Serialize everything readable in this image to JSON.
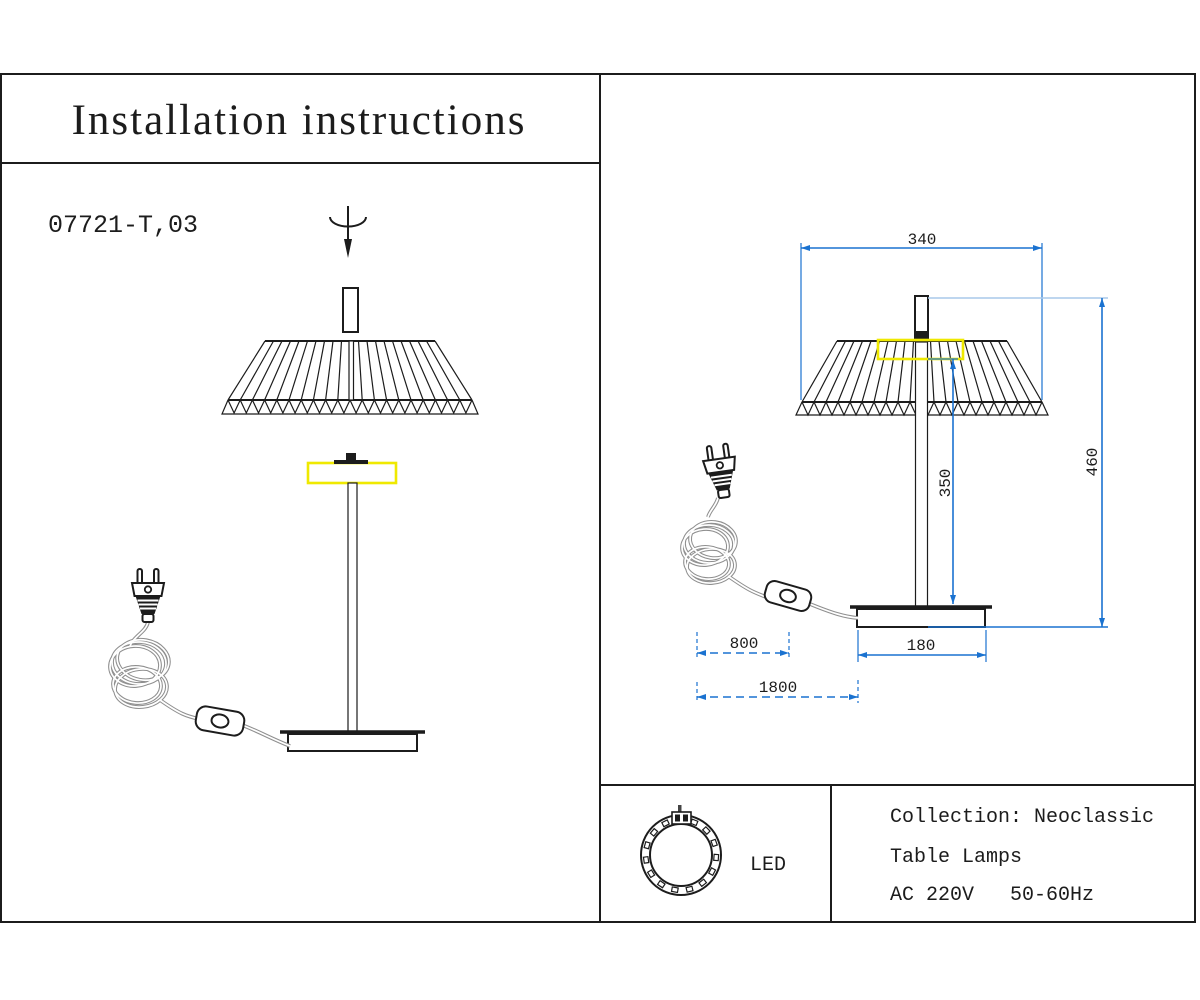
{
  "document": {
    "title": "Installation instructions",
    "model": "07721-T,03"
  },
  "dimensions": {
    "shade_width": "340",
    "overall_height": "460",
    "shade_to_base": "350",
    "base_width": "180",
    "cord_to_switch": "800",
    "cord_total": "1800"
  },
  "spec_box": {
    "led_label": "LED",
    "collection": "Collection: Neoclassic",
    "category": "Table Lamps",
    "power": "AC 220V   50-60Hz"
  },
  "colors": {
    "dimension_blue": "#1a72d0",
    "light_blue": "#a9c9ea",
    "highlight_yellow": "#efe900",
    "line_black": "#1c1c1c",
    "cord_gray": "#8f8f8f"
  }
}
